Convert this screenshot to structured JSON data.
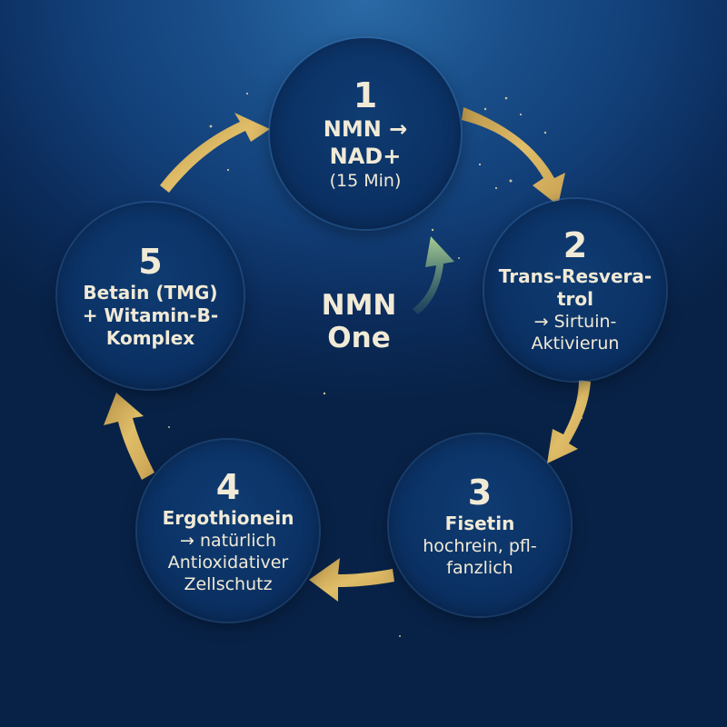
{
  "center": {
    "line1": "NMN",
    "line2": "One"
  },
  "nodes": [
    {
      "number": "1",
      "title": [
        "NMN →",
        "NAD+"
      ],
      "sub": [
        "(15 Min)"
      ]
    },
    {
      "number": "2",
      "title": [
        "Trans-Resvera-",
        "trol"
      ],
      "sub": [
        "→ Sirtuin-",
        "Aktivierun"
      ]
    },
    {
      "number": "3",
      "title": [
        "Fisetin"
      ],
      "sub": [
        "hochrein, pfl-",
        "fanzlich"
      ]
    },
    {
      "number": "4",
      "title": [
        "Ergothionein"
      ],
      "sub": [
        "→ natürlich",
        "Antioxidativer",
        "Zellschutz"
      ]
    },
    {
      "number": "5",
      "title": [
        "Betain (TMG)",
        "+ Witamin-B-",
        "Komplex"
      ],
      "sub": []
    }
  ],
  "colors": {
    "gold": "#d9b45a",
    "green_arrow": "#9cc48a",
    "text": "#f1ead6"
  }
}
